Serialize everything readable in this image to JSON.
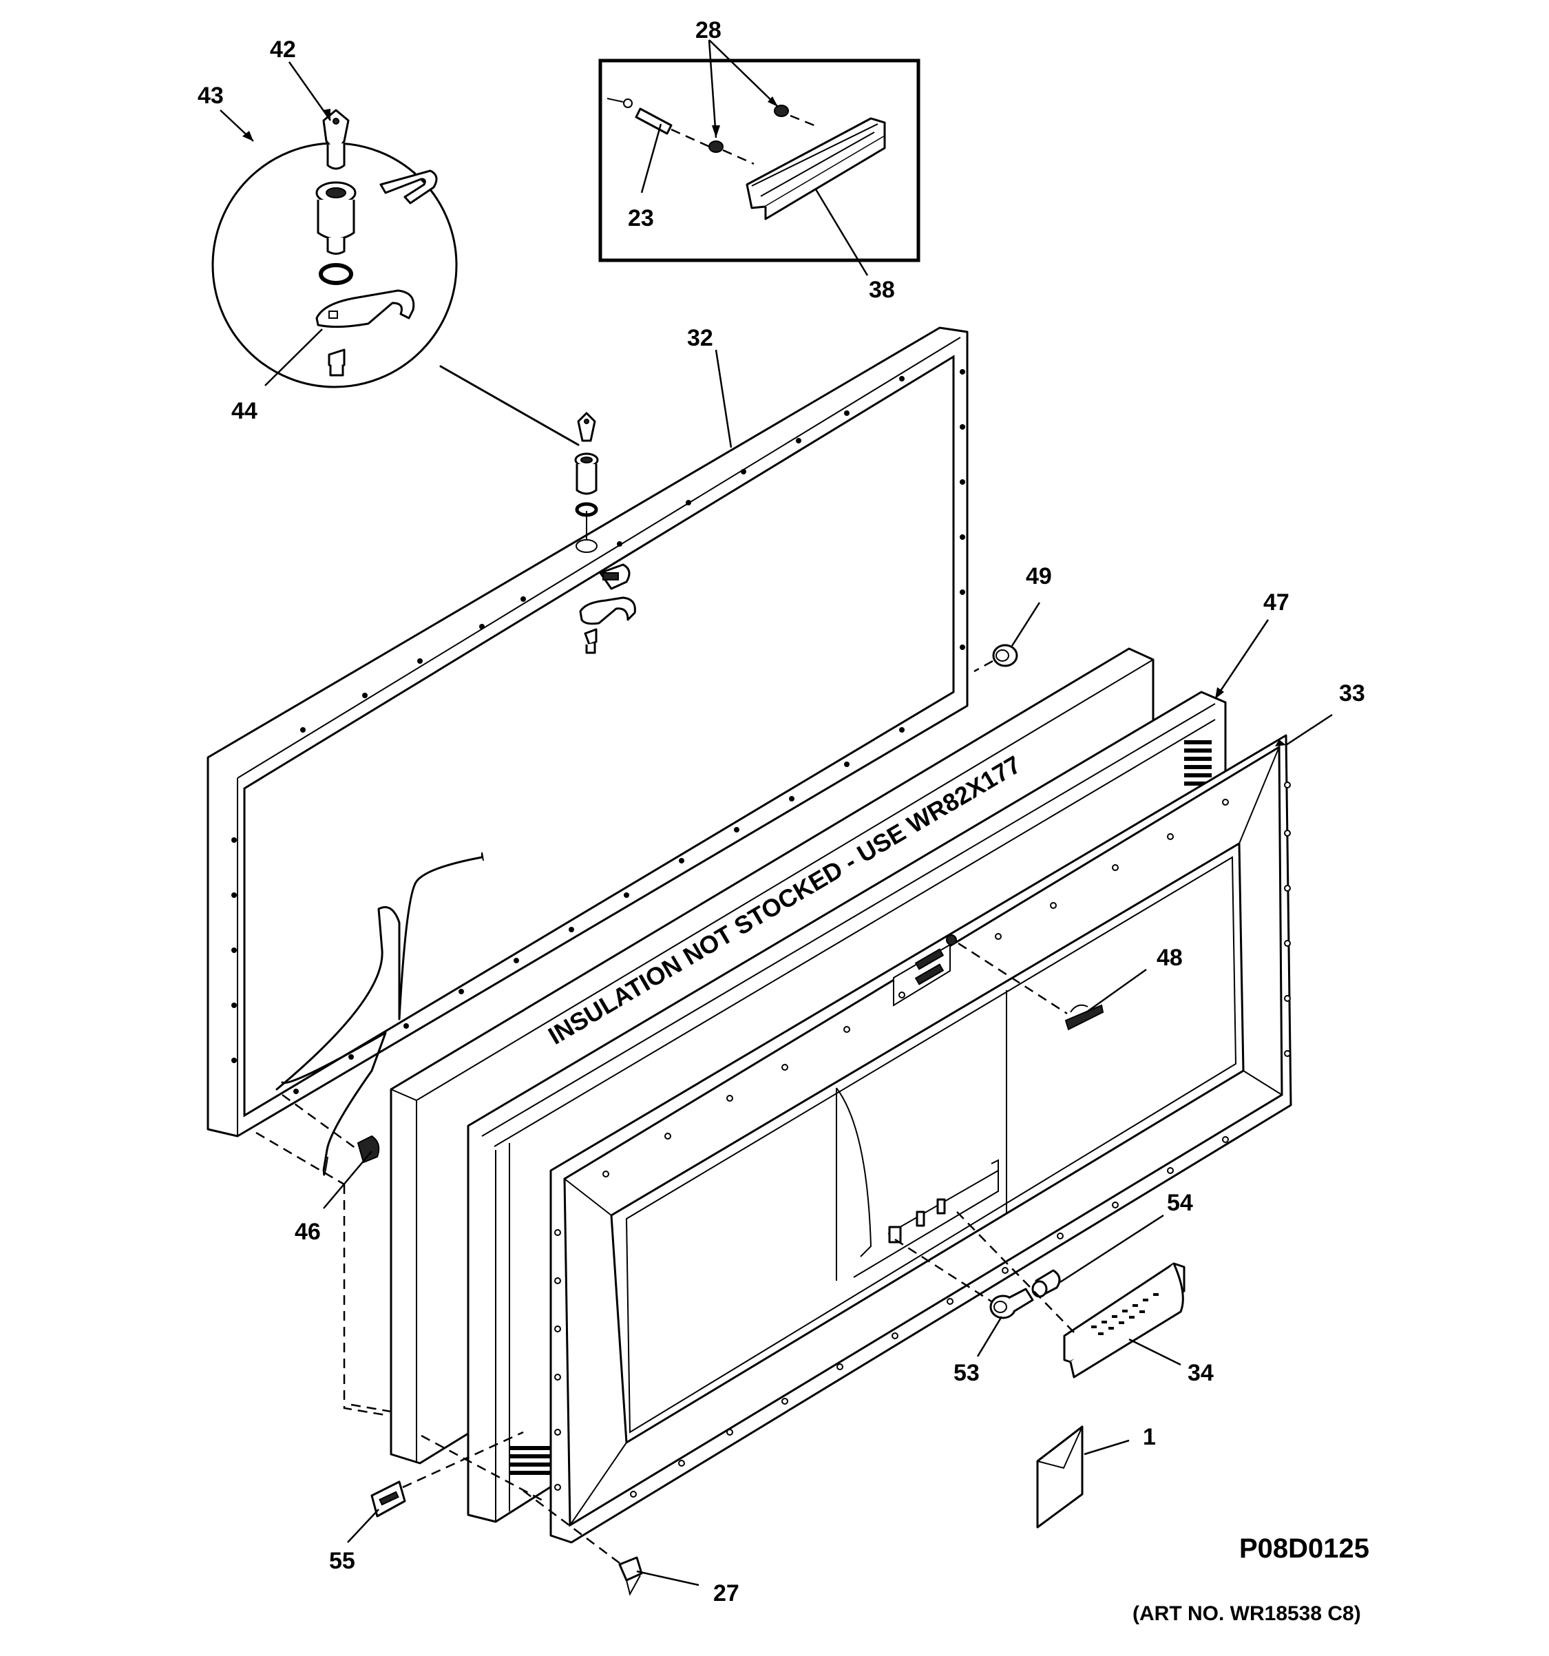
{
  "diagram": {
    "drawing_number": "P08D0125",
    "art_number": "(ART NO. WR18538 C8)",
    "insulation_note": "INSULATION NOT STOCKED - USE WR82X177",
    "callouts": [
      {
        "id": "c1",
        "label": "1"
      },
      {
        "id": "c23",
        "label": "23"
      },
      {
        "id": "c27",
        "label": "27"
      },
      {
        "id": "c28",
        "label": "28"
      },
      {
        "id": "c32",
        "label": "32"
      },
      {
        "id": "c33",
        "label": "33"
      },
      {
        "id": "c34",
        "label": "34"
      },
      {
        "id": "c38",
        "label": "38"
      },
      {
        "id": "c42",
        "label": "42"
      },
      {
        "id": "c43",
        "label": "43"
      },
      {
        "id": "c44",
        "label": "44"
      },
      {
        "id": "c46",
        "label": "46"
      },
      {
        "id": "c47",
        "label": "47"
      },
      {
        "id": "c48",
        "label": "48"
      },
      {
        "id": "c49",
        "label": "49"
      },
      {
        "id": "c53",
        "label": "53"
      },
      {
        "id": "c54",
        "label": "54"
      },
      {
        "id": "c55",
        "label": "55"
      }
    ]
  }
}
